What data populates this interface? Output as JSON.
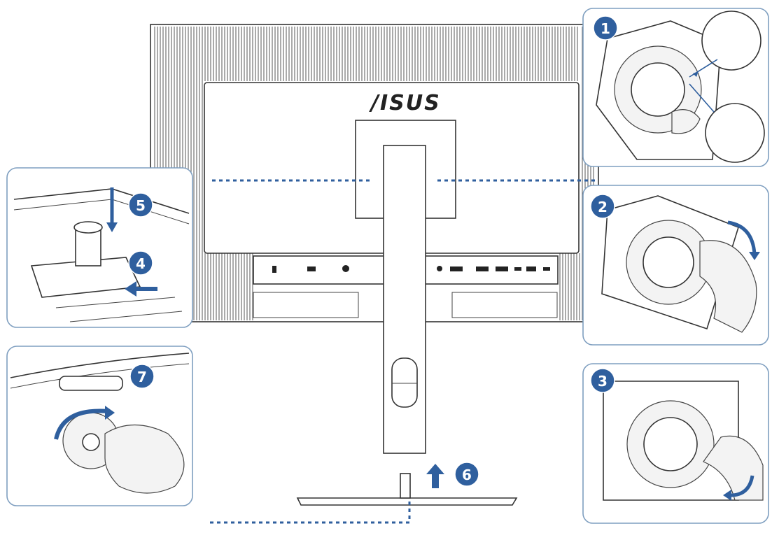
{
  "logo": {
    "text": "/ISUS"
  },
  "steps": [
    {
      "label": "1"
    },
    {
      "label": "2"
    },
    {
      "label": "3"
    },
    {
      "label": "4"
    },
    {
      "label": "5"
    },
    {
      "label": "6"
    },
    {
      "label": "7"
    }
  ],
  "colors": {
    "accent": "#2f5f9e",
    "panel_border": "#7f9fc0",
    "line": "#333333"
  },
  "icons": [
    "curved-arrow-icon",
    "straight-arrow-icon",
    "screw-icon",
    "hand-icon",
    "port-icon"
  ]
}
